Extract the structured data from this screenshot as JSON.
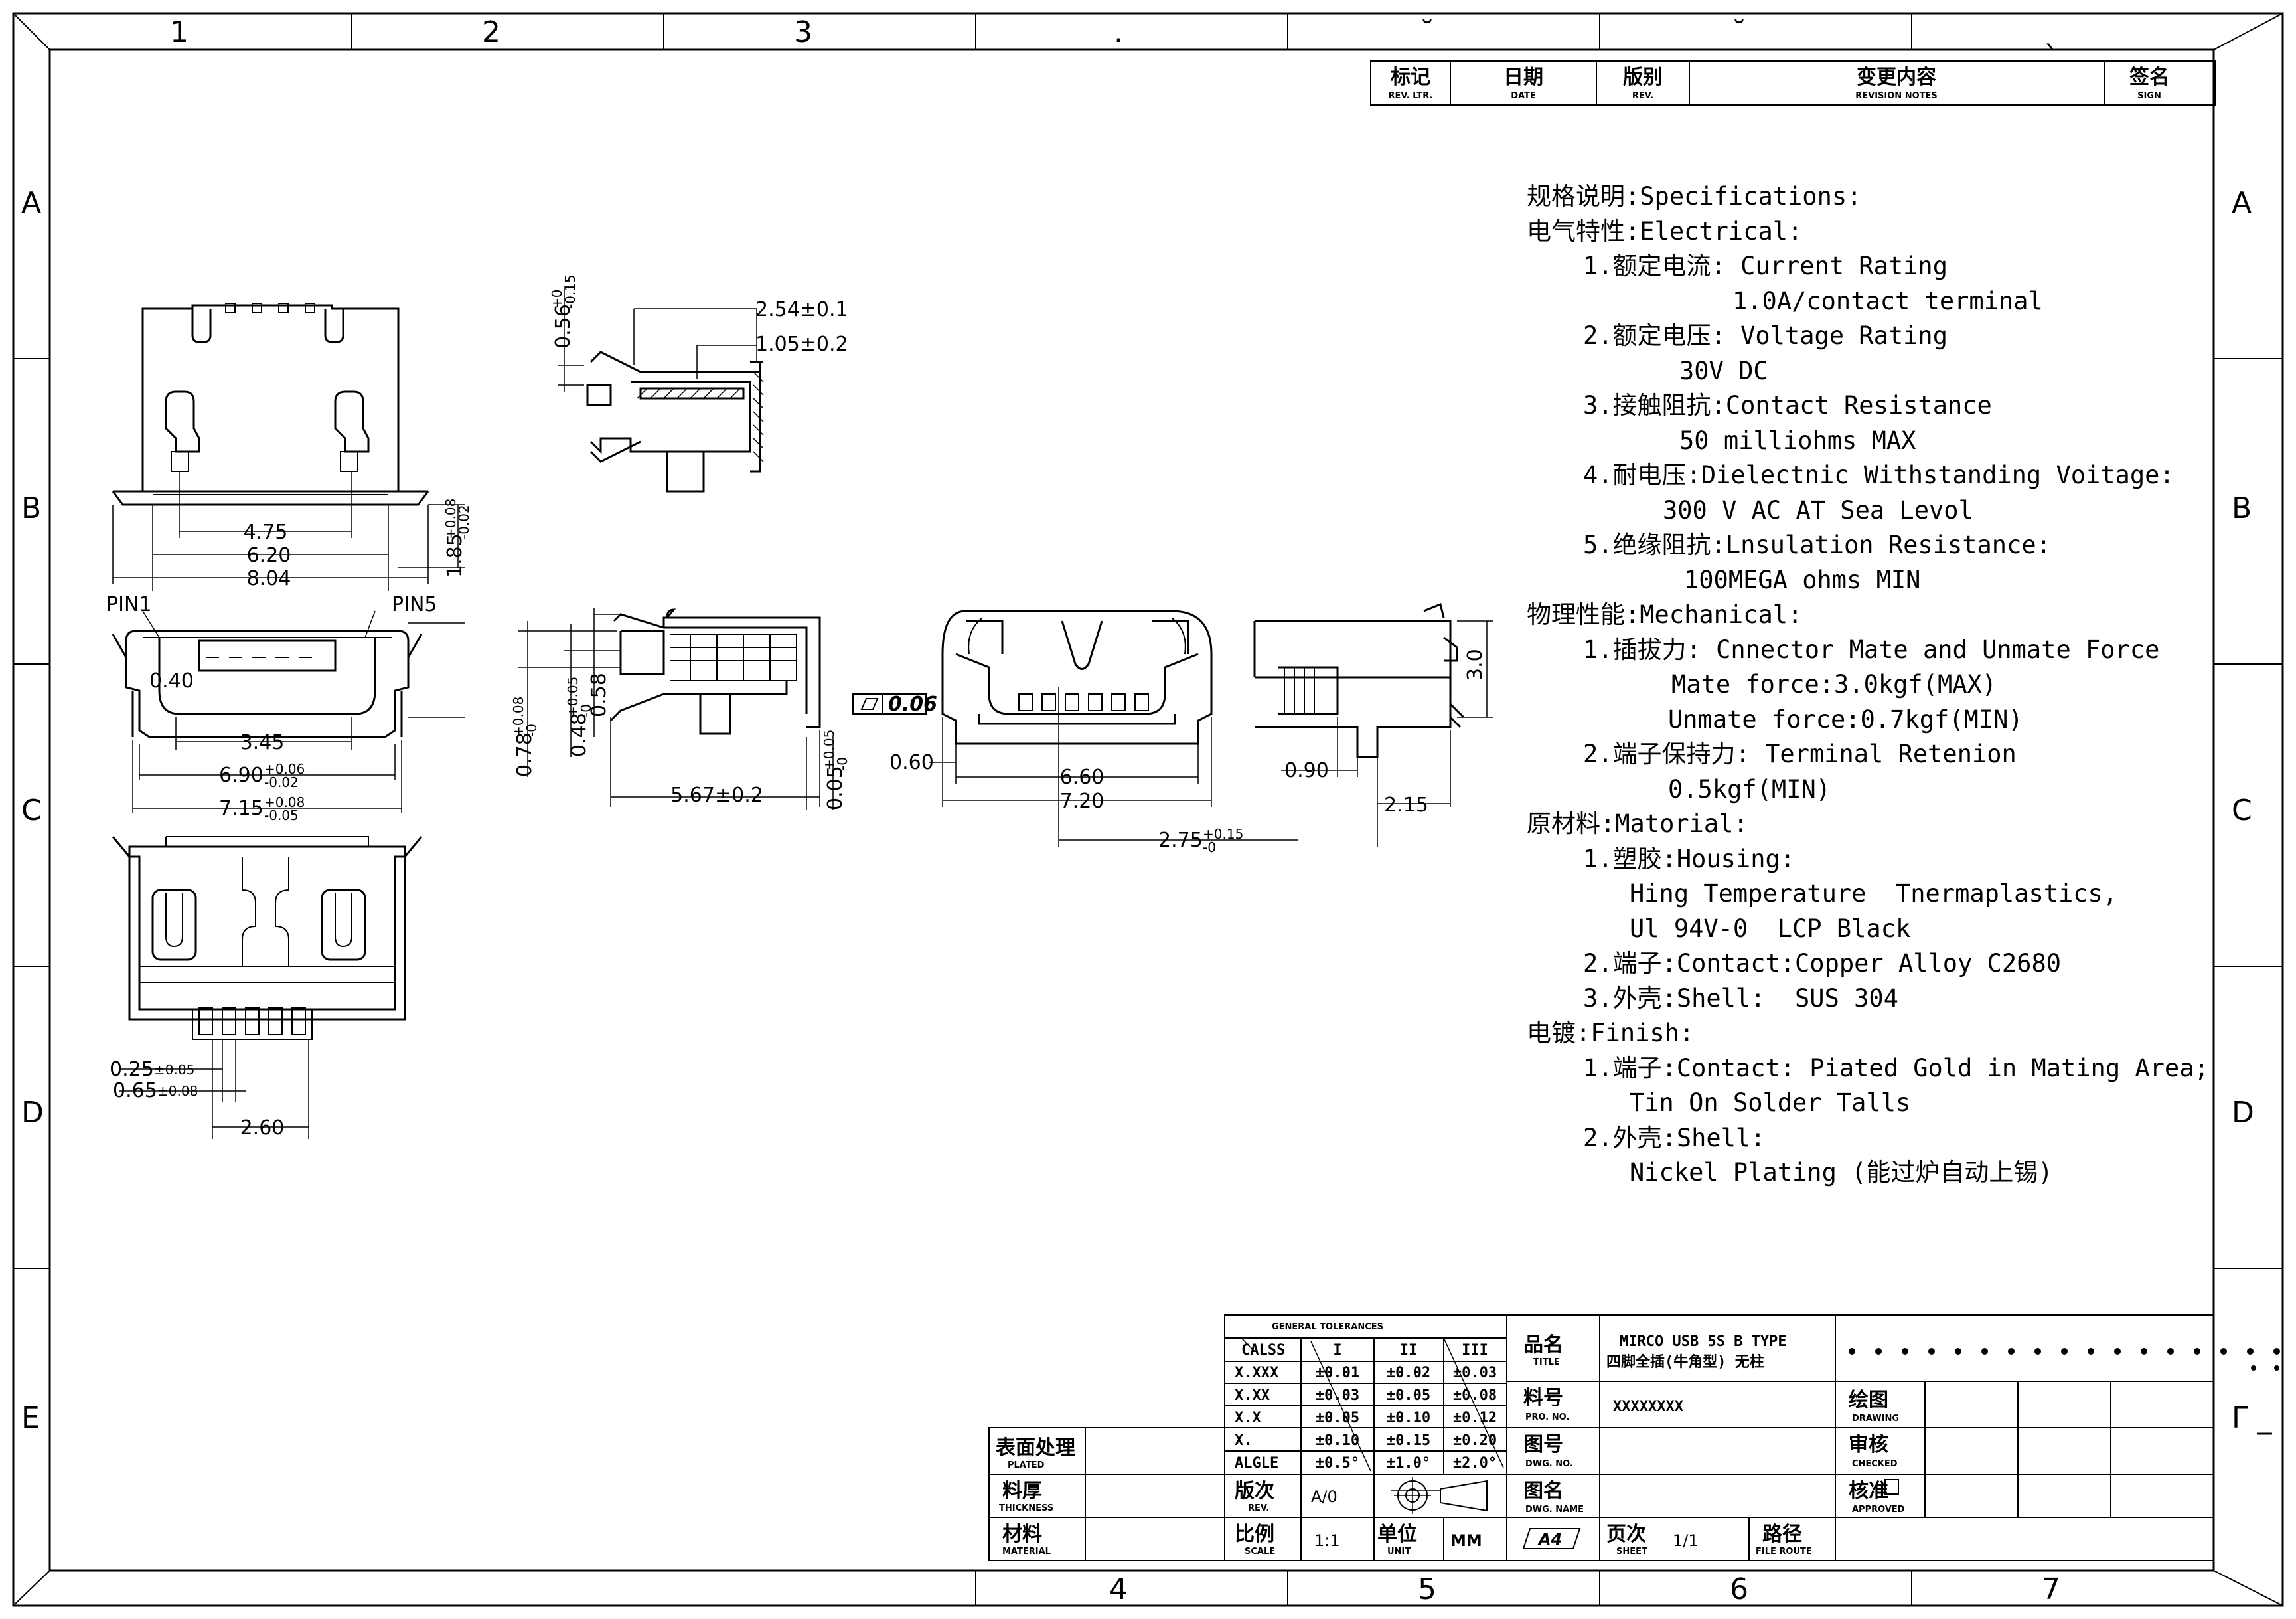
{
  "border": {
    "columns_top": [
      "1",
      "2",
      "3",
      ".",
      "˘",
      "˘",
      "ˎ"
    ],
    "columns_bottom": [
      "4",
      "5",
      "6",
      "7"
    ],
    "rows_left": [
      "A",
      "B",
      "C",
      "D",
      "E"
    ],
    "rows_right": [
      "A",
      "B",
      "C",
      "D",
      "Γ _"
    ]
  },
  "revision_table": {
    "headers": [
      {
        "cn": "标记",
        "en": "REV. LTR."
      },
      {
        "cn": "日期",
        "en": "DATE"
      },
      {
        "cn": "版别",
        "en": "REV."
      },
      {
        "cn": "变更内容",
        "en": "REVISION NOTES"
      },
      {
        "cn": "签名",
        "en": "SIGN"
      }
    ]
  },
  "specifications": [
    {
      "level": "l0",
      "text": "规格说明:Specifications:"
    },
    {
      "level": "l0",
      "text": "电气特性:Electrical:"
    },
    {
      "level": "l1",
      "text": "1.额定电流: Current Rating"
    },
    {
      "level": "l2",
      "text": "1.0A/contact terminal"
    },
    {
      "level": "l1",
      "text": "2.额定电压: Voltage Rating"
    },
    {
      "level": "l2b",
      "text": "30V DC"
    },
    {
      "level": "l1",
      "text": "3.接触阻抗:Contact Resistance"
    },
    {
      "level": "l2b",
      "text": "50 milliohms MAX"
    },
    {
      "level": "l1",
      "text": "4.耐电压:Dielectnic Withstanding Voitage:"
    },
    {
      "level": "l2c",
      "text": "300 V AC AT Sea Levol"
    },
    {
      "level": "l1",
      "text": "5.绝缘阻抗:Lnsulation Resistance:"
    },
    {
      "level": "l2f",
      "text": "100MEGA ohms MIN"
    },
    {
      "level": "l0",
      "text": "物理性能:Mechanical:"
    },
    {
      "level": "l1",
      "text": "1.插拔力: Cnnector Mate and Unmate Force"
    },
    {
      "level": "l2k",
      "text": "Mate force:3.0kgf(MAX)"
    },
    {
      "level": "l2r",
      "text": "Unmate force:0.7kgf(MIN)"
    },
    {
      "level": "l1",
      "text": "2.端子保持力: Terminal Retenion"
    },
    {
      "level": "l2r",
      "text": "0.5kgf(MIN)"
    },
    {
      "level": "l0",
      "text": "原材料:Matorial:"
    },
    {
      "level": "l1",
      "text": "1.塑胶:Housing:"
    },
    {
      "level": "l2h",
      "text": "Hing Temperature  Tnermaplastics,"
    },
    {
      "level": "l2h",
      "text": "Ul 94V-0  LCP Black"
    },
    {
      "level": "l1",
      "text": "2.端子:Contact:Copper Alloy C2680"
    },
    {
      "level": "l1",
      "text": "3.外壳:Shell:  SUS 304"
    },
    {
      "level": "l0",
      "text": "电镀:Finish:"
    },
    {
      "level": "l1",
      "text": "1.端子:Contact: Piated Gold in Mating Area;"
    },
    {
      "level": "l2p",
      "text": "Tin On Solder Talls"
    },
    {
      "level": "l1",
      "text": "2.外壳:Shell:"
    },
    {
      "level": "l2p",
      "text": "Nickel Plating (能过炉自动上锡)"
    }
  ],
  "dimensions": {
    "top_view": [
      "4.75",
      "6.20",
      "8.04",
      "1.85",
      "+0.08",
      "-0.02"
    ],
    "front_view": [
      "PIN1",
      "PIN5",
      "0.40",
      "3.45",
      "6.90",
      "+0.06",
      "-0.02",
      "7.15",
      "+0.08",
      "-0.05"
    ],
    "bottom_view": [
      "0.25",
      "±0.05",
      "0.65",
      "±0.08",
      "2.60"
    ],
    "side_section": [
      "0.56",
      "+0",
      "-0.15",
      "2.54±0.1",
      "1.05±0.2"
    ],
    "side_view": [
      "0.78",
      "+0.08",
      "-0",
      "0.48",
      "+0.05",
      "-0",
      "0.58",
      "5.67±0.2",
      "0.05",
      "+0.05",
      "-0",
      "0.06"
    ],
    "end_view": [
      "0.60",
      "6.60",
      "7.20",
      "2.75",
      "+0.15",
      "-0"
    ],
    "right_view": [
      "3.0",
      "0.90",
      "2.15"
    ]
  },
  "tolerances": {
    "title": "GENERAL TOLERANCES",
    "headers": [
      "CALSS",
      "I",
      "II",
      "III"
    ],
    "rows": [
      [
        "X.XXX",
        "±0.01",
        "±0.02",
        "±0.03"
      ],
      [
        "X.XX",
        "±0.03",
        "±0.05",
        "±0.08"
      ],
      [
        "X.X",
        "±0.05",
        "±0.10",
        "±0.12"
      ],
      [
        "X.",
        "±0.10",
        "±0.15",
        "±0.20"
      ],
      [
        "ALGLE",
        "±0.5°",
        "±1.0°",
        "±2.0°"
      ]
    ]
  },
  "title_block": {
    "plated": {
      "cn": "表面处理",
      "en": "PLATED"
    },
    "thickness": {
      "cn": "料厚",
      "en": "THICKNESS"
    },
    "material": {
      "cn": "材料",
      "en": "MATERIAL"
    },
    "rev": {
      "cn": "版次",
      "en": "REV.",
      "value": "A/0"
    },
    "scale": {
      "cn": "比例",
      "en": "SCALE",
      "value": "1:1"
    },
    "unit": {
      "cn": "单位",
      "en": "UNIT",
      "value": "MM"
    },
    "size": "A4",
    "sheet": {
      "cn": "页次",
      "en": "SHEET",
      "value": "1/1"
    },
    "route": {
      "cn": "路径",
      "en": "FILE ROUTE"
    },
    "title": {
      "cn": "品名",
      "en": "TITLE",
      "line1": "MIRCO USB 5S B TYPE",
      "line2": "四脚全插(牛角型) 无柱"
    },
    "pro_no": {
      "cn": "料号",
      "en": "PRO. NO.",
      "value": "XXXXXXXX"
    },
    "dwg_no": {
      "cn": "图号",
      "en": "DWG. NO."
    },
    "dwg_name": {
      "cn": "图名",
      "en": "DWG. NAME"
    },
    "drawing": {
      "cn": "绘图",
      "en": "DRAWING"
    },
    "checked": {
      "cn": "审核",
      "en": "CHECKED"
    },
    "approved": {
      "cn": "核准",
      "en": "APPROVED"
    }
  }
}
